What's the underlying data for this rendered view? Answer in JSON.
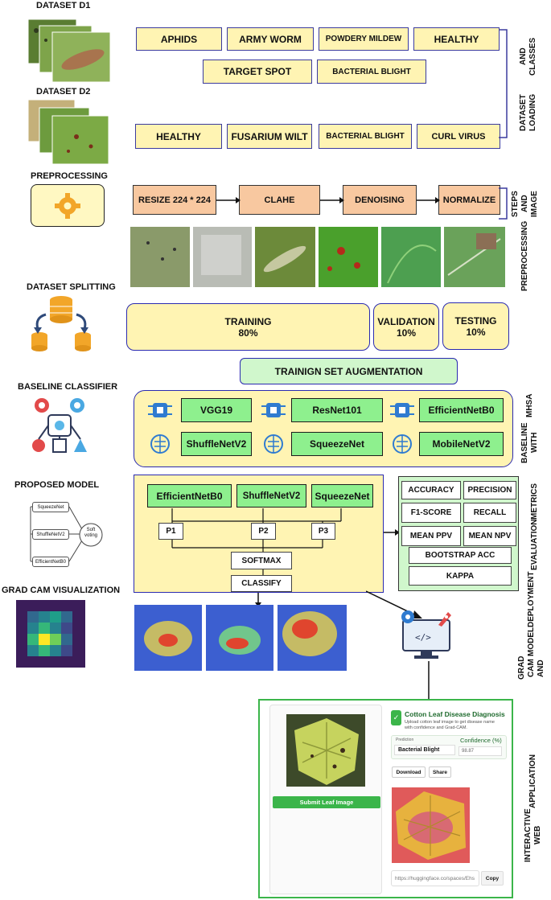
{
  "sections": {
    "d1": "DATASET D1",
    "d2": "DATASET D2",
    "preprocessing": "PREPROCESSING",
    "splitting": "DATASET SPLITTING",
    "baseline": "BASELINE CLASSIFIER",
    "proposed": "PROPOSED MODEL",
    "gradcam": "GRAD CAM VISUALIZATION"
  },
  "side_labels": {
    "loading": [
      "DATASET LOADING",
      "AND CLASSES"
    ],
    "preproc": [
      "PREPROCESSING",
      "STEPS AND IMAGE"
    ],
    "mhsa": [
      "BASELINE WITH",
      "MHSA"
    ],
    "metrics": [
      "EVALUATION",
      "METRICS"
    ],
    "deploy": [
      "GRAD CAM AND",
      "MODEL",
      "DEPLOYMENT"
    ],
    "webapp": [
      "INTERACTIVE WEB",
      "APPLICATION"
    ]
  },
  "classes_d1": [
    "APHIDS",
    "ARMY WORM",
    "POWDERY MILDEW",
    "HEALTHY",
    "TARGET SPOT",
    "BACTERIAL BLIGHT"
  ],
  "classes_d2": [
    "HEALTHY",
    "FUSARIUM WILT",
    "BACTERIAL BLIGHT",
    "CURL VIRUS"
  ],
  "pre_steps": [
    "RESIZE 224 * 224",
    "CLAHE",
    "DENOISING",
    "NORMALIZE"
  ],
  "split": {
    "training": "TRAINING",
    "training_pct": "80%",
    "validation": "VALIDATION",
    "validation_pct": "10%",
    "testing": "TESTING",
    "testing_pct": "10%",
    "augmentation": "TRAINIGN SET AUGMENTATION"
  },
  "baseline_models": [
    "VGG19",
    "ResNet101",
    "EfficientNetB0",
    "ShuffleNetV2",
    "SqueezeNet",
    "MobileNetV2"
  ],
  "proposed": {
    "models": [
      "EfficientNetB0",
      "ShuffleNetV2",
      "SqueezeNet"
    ],
    "probs": [
      "P1",
      "P2",
      "P3"
    ],
    "softmax": "SOFTMAX",
    "classify": "CLASSIFY",
    "mini": [
      "SqueezeNet",
      "ShuffleNetV2",
      "EfficientNetB0"
    ],
    "mini_vote": [
      "Soft",
      "voting"
    ]
  },
  "metrics": [
    "ACCURACY",
    "PRECISION",
    "F1-SCORE",
    "RECALL",
    "MEAN PPV",
    "MEAN NPV",
    "BOOTSTRAP ACC",
    "KAPPA"
  ],
  "webapp": {
    "title": "Cotton Leaf Disease Diagnosis",
    "subtitle1": "Upload cotton leaf image to get disease name",
    "subtitle2": "with confidence and Grad-CAM.",
    "prediction_label": "Prediction",
    "prediction_value": "Bacterial Blight",
    "confidence_label": "Confidence (%)",
    "confidence_value": "98.87",
    "download": "Download",
    "share": "Share",
    "submit": "Submit Leaf Image",
    "url": "https://huggingface.co/spaces/Ehs",
    "copy": "Copy"
  },
  "colors": {
    "yellow": "#fff4b3",
    "orange": "#f8c8a0",
    "green": "#8ef08e",
    "blue_border": "#2a2ab0",
    "app_green": "#3bb54a"
  }
}
